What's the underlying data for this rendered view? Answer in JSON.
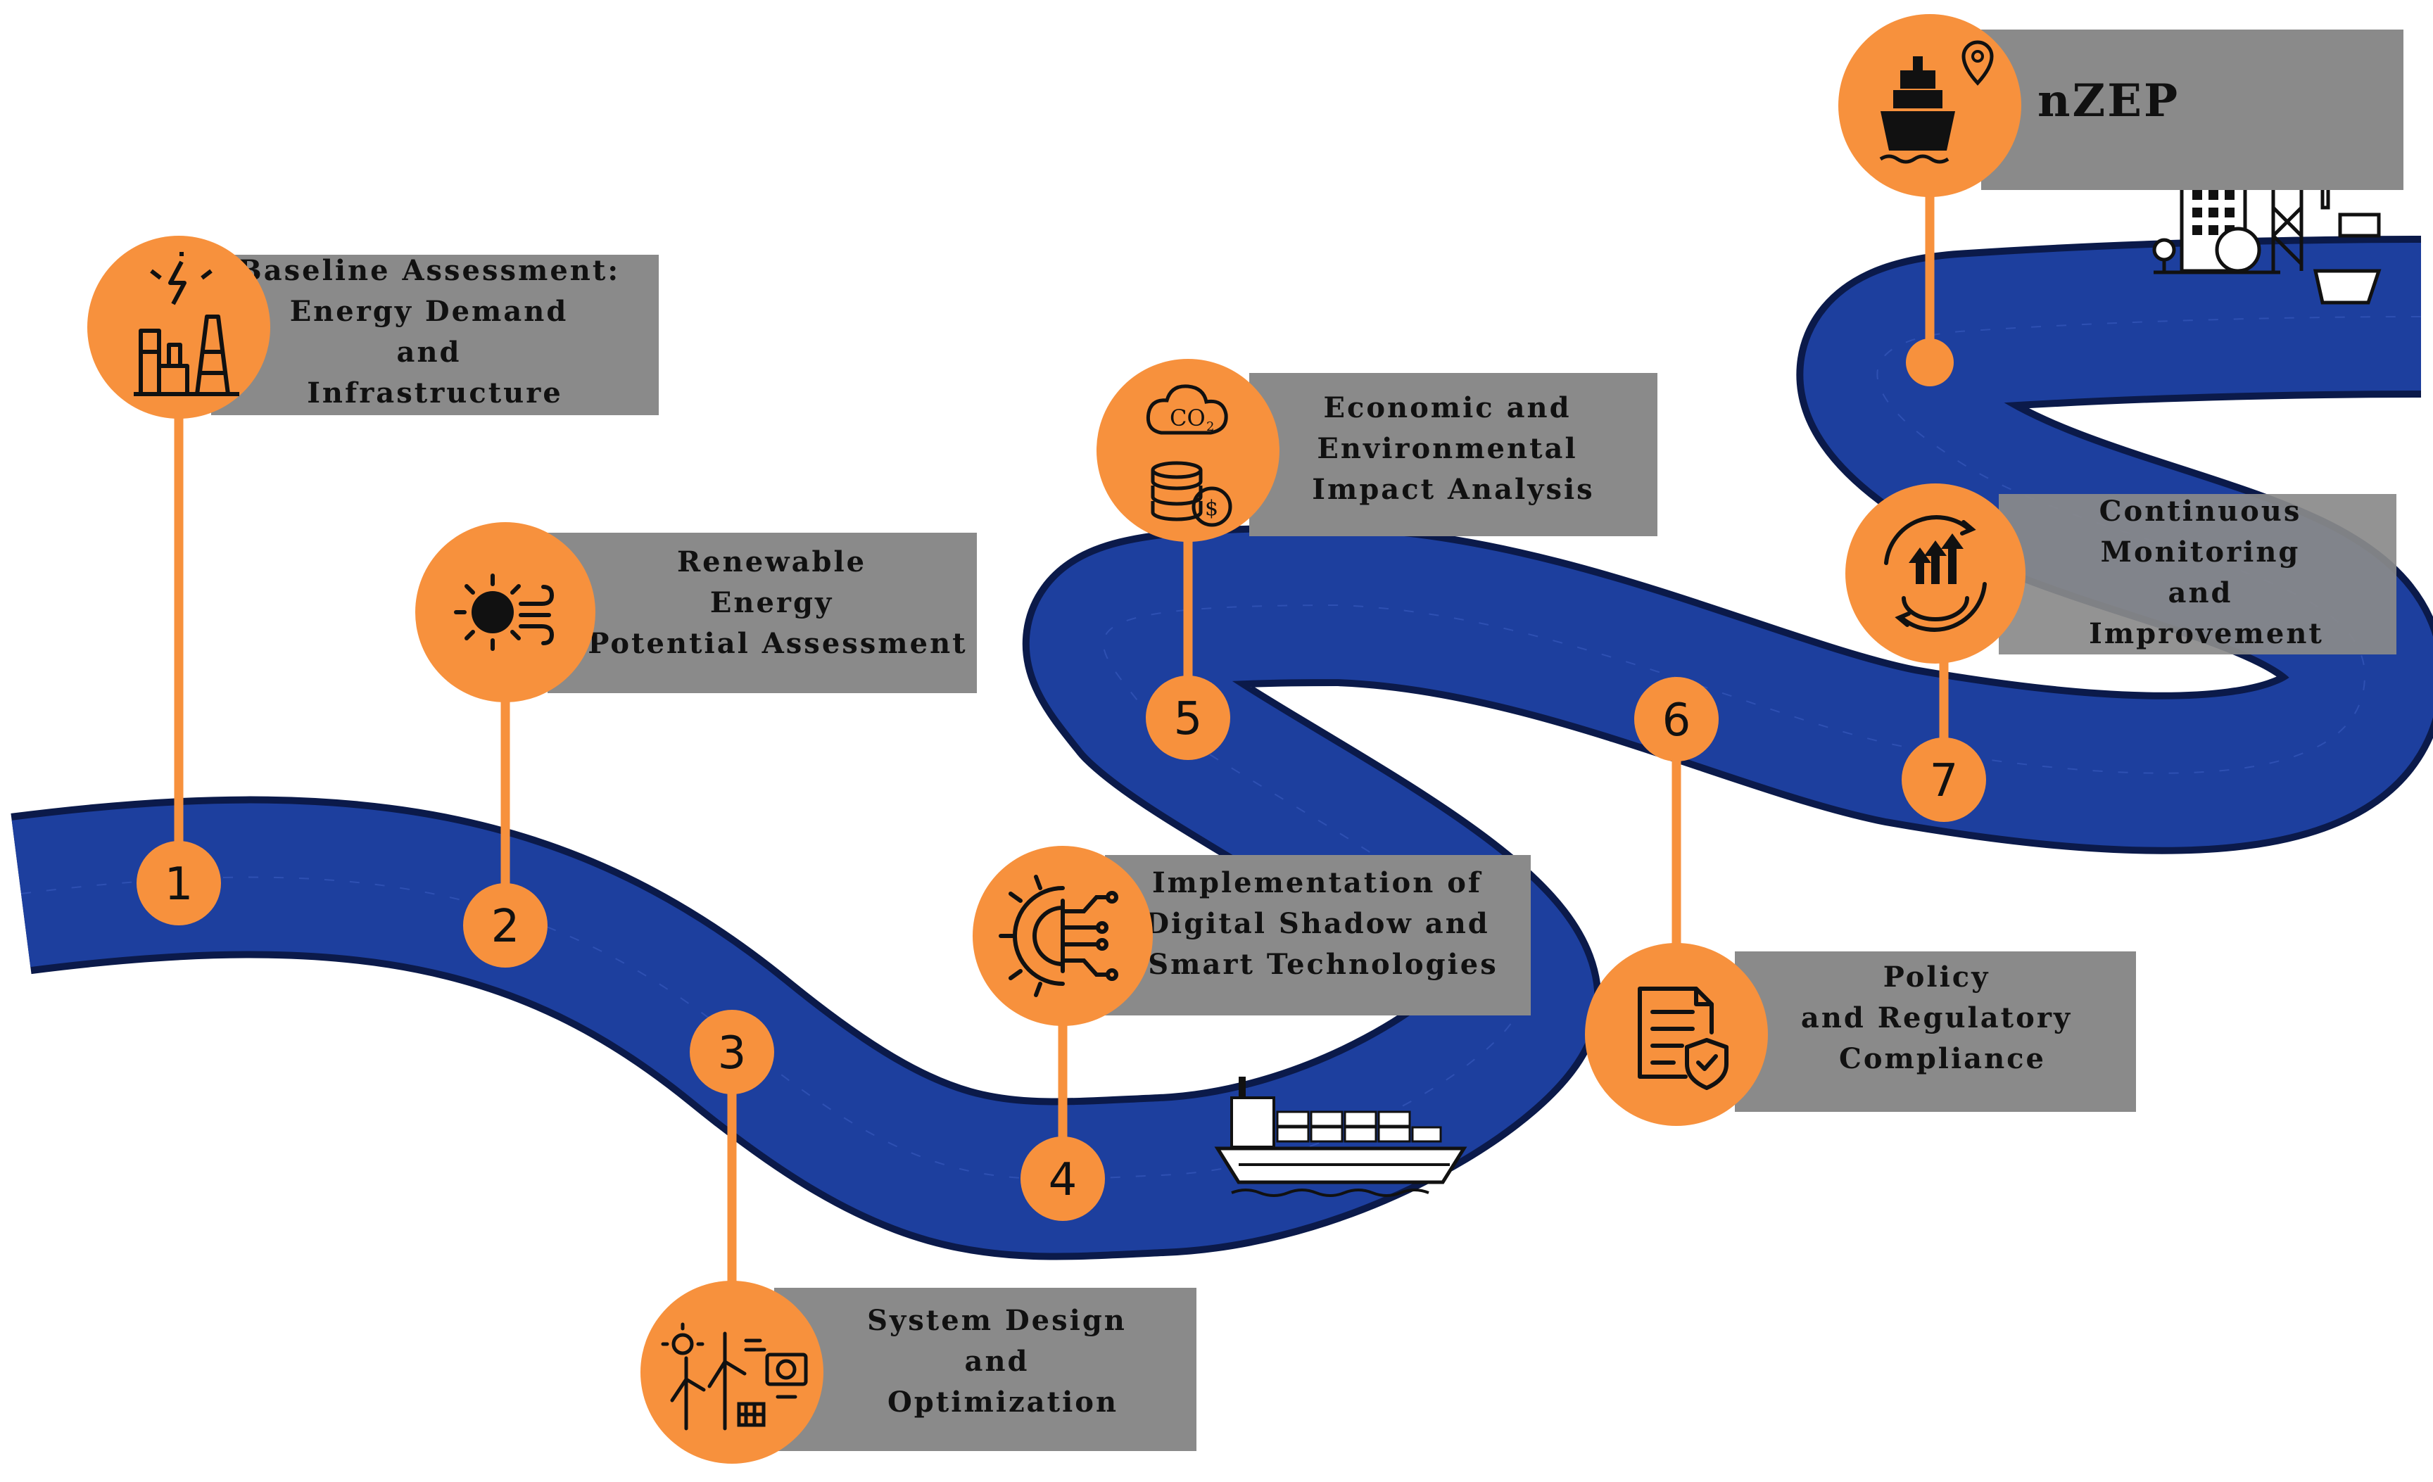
{
  "destination": {
    "title": "nZEP"
  },
  "steps": [
    {
      "number": "1",
      "lines": [
        "Baseline Assessment:",
        "Energy Demand",
        "and",
        "Infrastructure"
      ],
      "icon": "power-plant-icon"
    },
    {
      "number": "2",
      "lines": [
        "Renewable",
        "Energy",
        "Potential Assessment"
      ],
      "icon": "sun-wind-icon"
    },
    {
      "number": "3",
      "lines": [
        "System Design",
        "and",
        "Optimization"
      ],
      "icon": "wind-solar-system-icon"
    },
    {
      "number": "4",
      "lines": [
        "Implementation of",
        "Digital Shadow and",
        "Smart Technologies"
      ],
      "icon": "gear-circuit-icon"
    },
    {
      "number": "5",
      "lines": [
        "Economic and",
        "Environmental",
        "Impact Analysis"
      ],
      "icon": "co2-coins-icon"
    },
    {
      "number": "6",
      "lines": [
        "Policy",
        "and Regulatory",
        "Compliance"
      ],
      "icon": "document-shield-icon"
    },
    {
      "number": "7",
      "lines": [
        "Continuous",
        "Monitoring",
        "and",
        "Improvement"
      ],
      "icon": "continuous-improvement-icon"
    }
  ],
  "colors": {
    "river": "#1d3f9e",
    "river_edge": "#0b1a4a",
    "accent": "#f7913d",
    "connector": "#f7913d",
    "label_box": "#8a8a8a",
    "text": "#111111"
  }
}
